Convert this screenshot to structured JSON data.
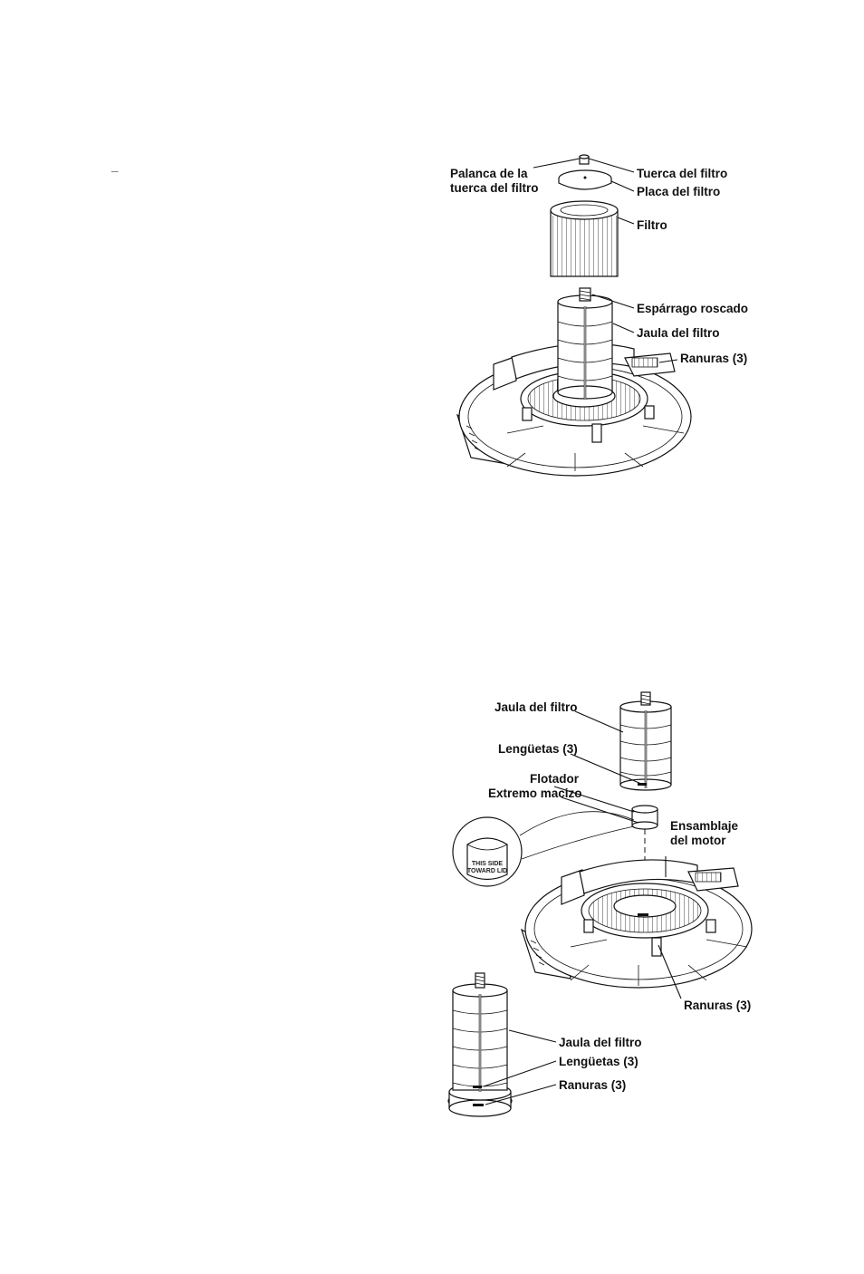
{
  "marker": "_",
  "figure1": {
    "labels": {
      "filter_nut_lever_line1": "Palanca de la",
      "filter_nut_lever_line2": "tuerca del filtro",
      "filter_nut": "Tuerca del filtro",
      "filter_plate": "Placa del filtro",
      "filter": "Filtro",
      "threaded_stud": "Espárrago roscado",
      "filter_cage": "Jaula del filtro",
      "slots": "Ranuras (3)"
    }
  },
  "figure2": {
    "labels": {
      "filter_cage": "Jaula del filtro",
      "tabs": "Lengüetas (3)",
      "float": "Flotador",
      "solid_end": "Extremo macizo",
      "motor_assembly_line1": "Ensamblaje",
      "motor_assembly_line2": "del motor",
      "slots": "Ranuras (3)",
      "float_text_line1": "THIS SIDE",
      "float_text_line2": "TOWARD LID"
    }
  },
  "figure3": {
    "labels": {
      "filter_cage": "Jaula del filtro",
      "tabs": "Lengüetas (3)",
      "slots": "Ranuras (3)"
    }
  }
}
